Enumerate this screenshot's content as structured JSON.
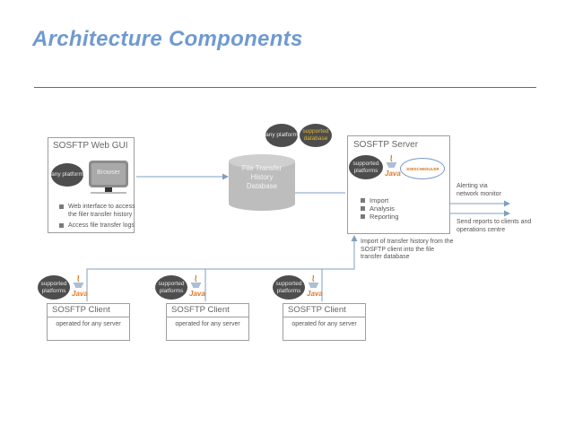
{
  "page": {
    "title": "Architecture Components"
  },
  "web_gui": {
    "title": "SOSFTP Web GUI",
    "platform_badge": "any platform",
    "browser_label": "Browser",
    "bullets": [
      "Web interface to access the filer transfer history",
      "Access file transfer logs"
    ]
  },
  "database": {
    "label_lines": [
      "File Transfer",
      "History",
      "Database"
    ],
    "badges": [
      {
        "text": "any platform",
        "color": "#e8e8e8"
      },
      {
        "text": "supported database",
        "color": "#e0b830"
      }
    ]
  },
  "server": {
    "title": "SOSFTP Server",
    "platform_badge": "supported platforms",
    "java_label": "Java",
    "scheduler_label": "JOBSCHEDULER",
    "bullets": [
      "Import",
      "Analysis",
      "Reporting"
    ]
  },
  "outputs": {
    "alerting": "Alerting via network monitor",
    "reports": "Send reports to clients and operations centre"
  },
  "import_note": "Import of transfer history from the SOSFTP client into the file transfer database",
  "clients": [
    {
      "title": "SOSFTP Client",
      "description": "operated for any server",
      "platform_badge": "supported platforms",
      "java_label": "Java"
    },
    {
      "title": "SOSFTP Client",
      "description": "operated for any server",
      "platform_badge": "supported platforms",
      "java_label": "Java"
    },
    {
      "title": "SOSFTP Client",
      "description": "operated for any server",
      "platform_badge": "supported platforms",
      "java_label": "Java"
    }
  ],
  "colors": {
    "title": "#6f9ad0",
    "arrow": "#7f9fc0",
    "badge": "#4d4d4d",
    "java": "#e07a2a",
    "db": "#bdbdbd"
  }
}
